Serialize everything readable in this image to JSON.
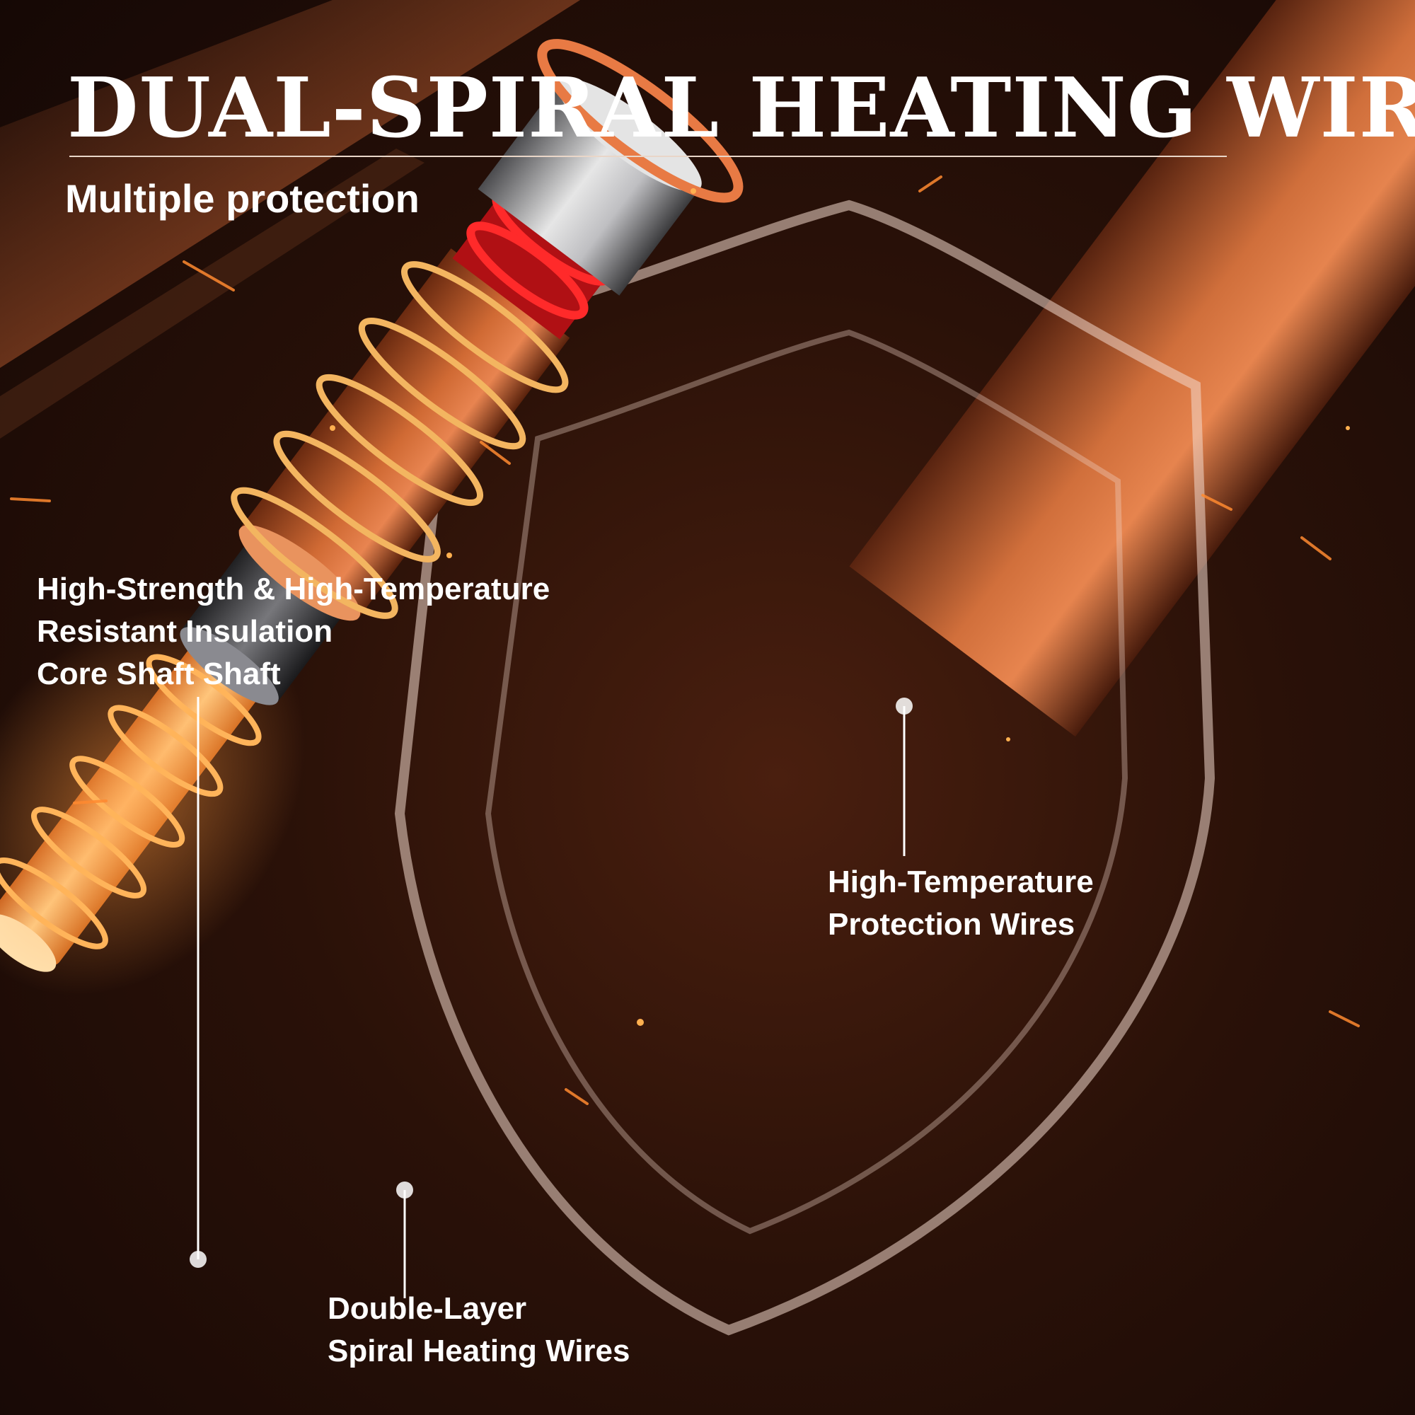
{
  "title": "DUAL-SPIRAL HEATING WIRES",
  "subtitle": "Multiple protection",
  "callouts": {
    "insulation": {
      "line1": "High-Strength & High-Temperature",
      "line2": "Resistant Insulation",
      "line3": "Core Shaft Shaft"
    },
    "protection": {
      "line1": "High-Temperature",
      "line2": "Protection Wires"
    },
    "double_layer": {
      "line1": "Double-Layer",
      "line2": "Spiral Heating Wires"
    }
  },
  "colors": {
    "background": "#1e0d07",
    "copper": "#c8602e",
    "glow": "#ffb04a",
    "protection_red": "#e0141a",
    "text": "#ffffff"
  }
}
